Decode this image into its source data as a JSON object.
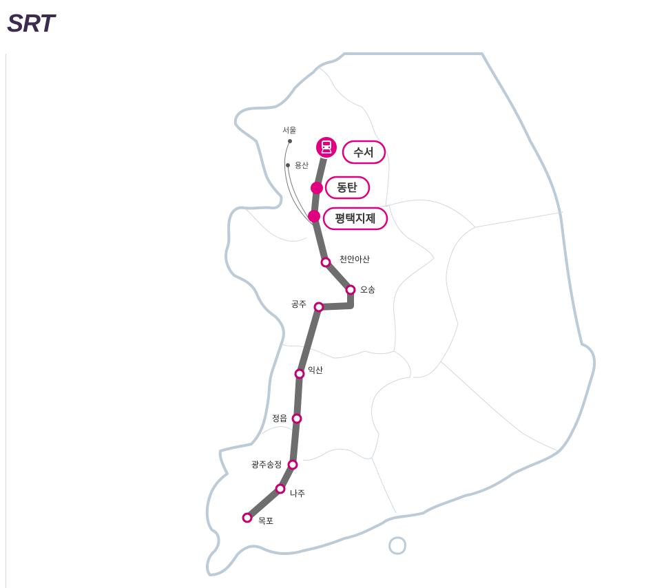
{
  "brand": {
    "logo_text": "SRT",
    "color": "#3d2b4f"
  },
  "colors": {
    "route": "#6e6e6e",
    "station_ring": "#c2006f",
    "highlight": "#e0007f",
    "border": "#bccbd8"
  },
  "connection": {
    "stations": [
      {
        "label": "서울"
      },
      {
        "label": "용산"
      }
    ]
  },
  "main_stations": [
    {
      "label": "수서",
      "icon": "train-icon"
    },
    {
      "label": "동탄"
    },
    {
      "label": "평택지제"
    }
  ],
  "stations": [
    {
      "label": "천안아산"
    },
    {
      "label": "오송"
    },
    {
      "label": "공주"
    },
    {
      "label": "익산"
    },
    {
      "label": "정읍"
    },
    {
      "label": "광주송정"
    },
    {
      "label": "나주"
    },
    {
      "label": "목포"
    }
  ]
}
